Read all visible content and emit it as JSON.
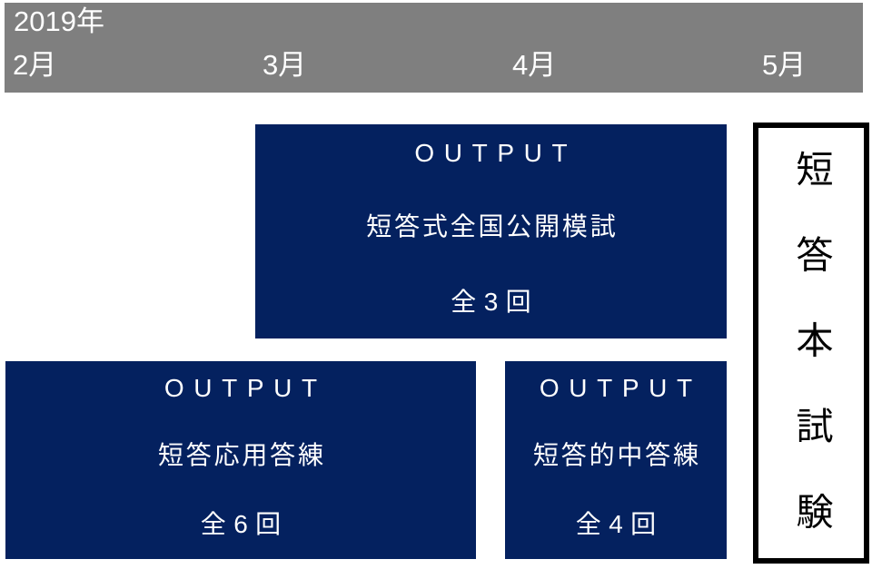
{
  "timeline": {
    "year": "2019年",
    "months": [
      "2月",
      "3月",
      "4月",
      "5月"
    ]
  },
  "courses": [
    {
      "category": "OUTPUT",
      "name": "短答式全国公開模試",
      "sessions": "全3回"
    },
    {
      "category": "OUTPUT",
      "name": "短答応用答練",
      "sessions": "全6回"
    },
    {
      "category": "OUTPUT",
      "name": "短答的中答練",
      "sessions": "全4回"
    }
  ],
  "exam": {
    "name": "短答本試験"
  },
  "colors": {
    "course_box_navy": "#04215f",
    "timeline_bar_gray": "#7f7f7f",
    "exam_box_border": "#000000",
    "text_on_dark": "#ffffff",
    "text_on_light": "#000000"
  }
}
